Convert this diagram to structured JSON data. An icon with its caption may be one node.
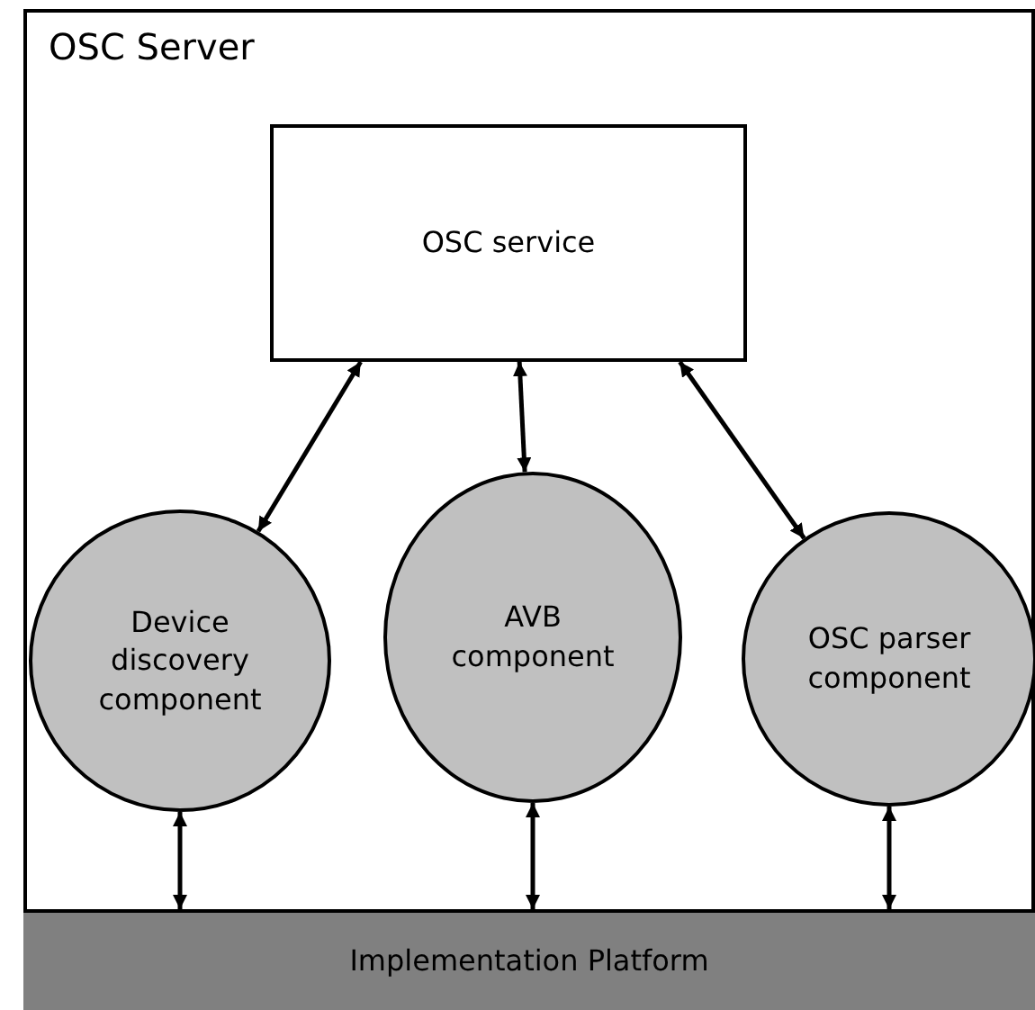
{
  "diagram": {
    "nodes": [
      {
        "text": [
          "OSC Server"
        ]
      },
      {
        "text": [
          "OSC service"
        ],
        "in": 0
      },
      {
        "text": [
          "Device discovery component"
        ],
        "in": 0
      },
      {
        "text": [
          "AVB component"
        ],
        "in": 0
      },
      {
        "text": [
          "OSC parser component"
        ],
        "in": 0
      },
      {
        "text": [
          "Implementation Platform"
        ],
        "in": 0
      }
    ],
    "edges": [
      {
        "from": 1,
        "to": 2,
        "arrow": "both"
      },
      {
        "from": 1,
        "to": 3,
        "arrow": "both"
      },
      {
        "from": 1,
        "to": 4,
        "arrow": "both"
      },
      {
        "from": 2,
        "to": 5,
        "arrow": "both"
      },
      {
        "from": 3,
        "to": 5,
        "arrow": "both"
      },
      {
        "from": 4,
        "to": 5,
        "arrow": "both"
      }
    ]
  }
}
